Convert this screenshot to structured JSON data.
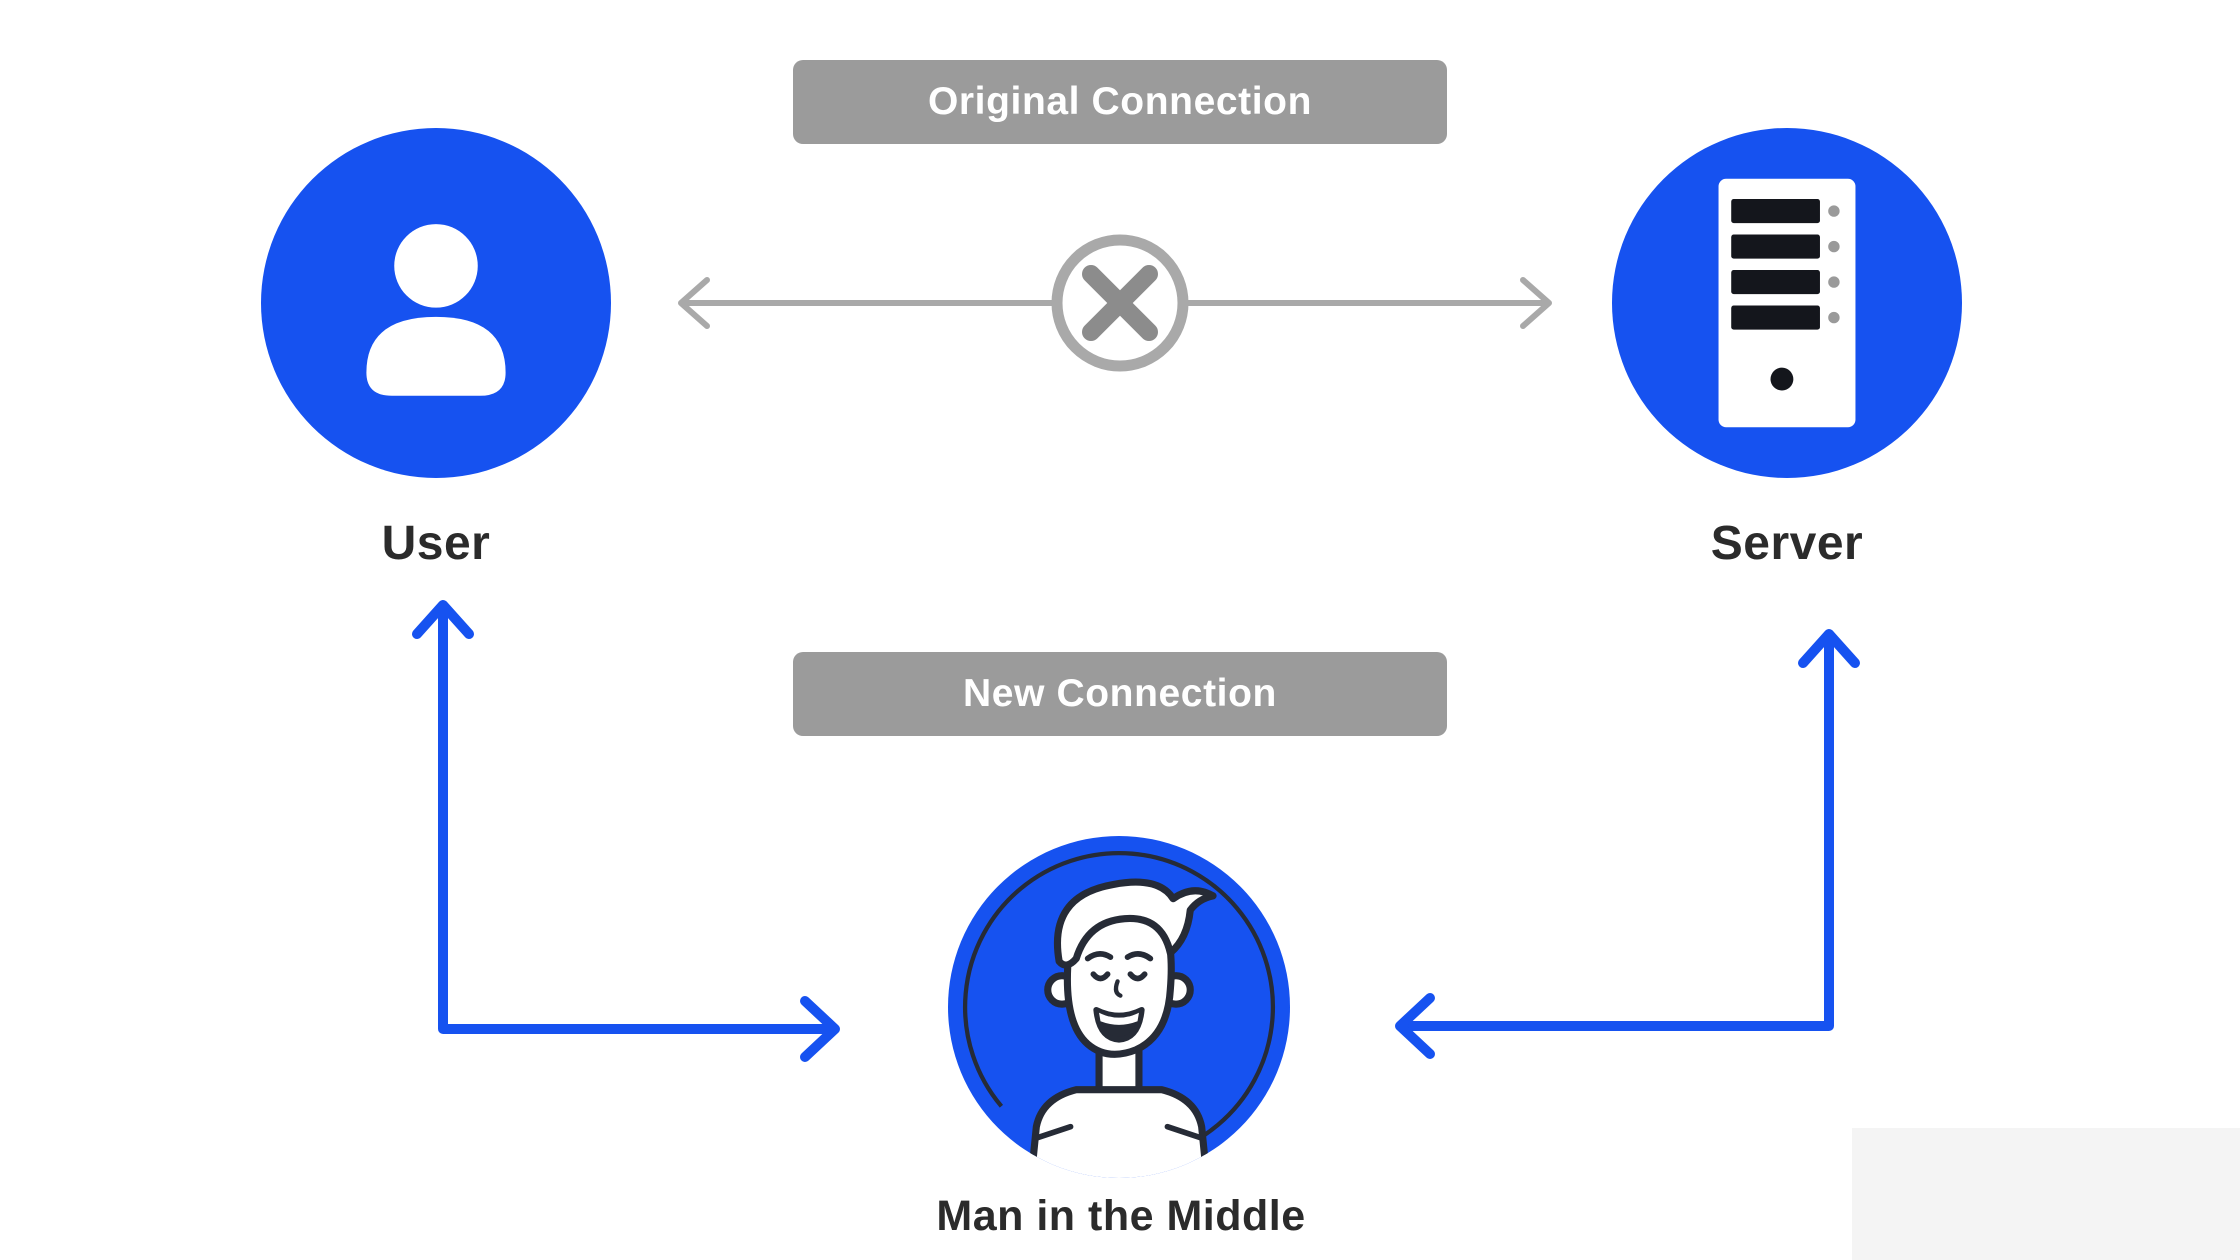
{
  "diagram": {
    "badges": {
      "original": "Original Connection",
      "new": "New Connection"
    },
    "nodes": {
      "user": {
        "label": "User",
        "icon": "user-icon"
      },
      "server": {
        "label": "Server",
        "icon": "server-icon"
      },
      "mitm": {
        "label": "Man in the Middle",
        "icon": "man-avatar-icon"
      }
    },
    "connections": {
      "original": {
        "from": "User",
        "to": "Server",
        "status": "blocked"
      },
      "user_mitm": {
        "from": "User",
        "to": "Man in the Middle",
        "status": "active"
      },
      "server_mitm": {
        "from": "Server",
        "to": "Man in the Middle",
        "status": "active"
      }
    },
    "colors": {
      "accent_blue": "#1652f0",
      "badge_gray": "#9b9b9b",
      "arrow_gray": "#a9a9a9",
      "x_gray": "#8c8c8c",
      "label_dark": "#2b2b2b",
      "background": "#ffffff",
      "artifact_gray": "#f4f4f4"
    }
  }
}
